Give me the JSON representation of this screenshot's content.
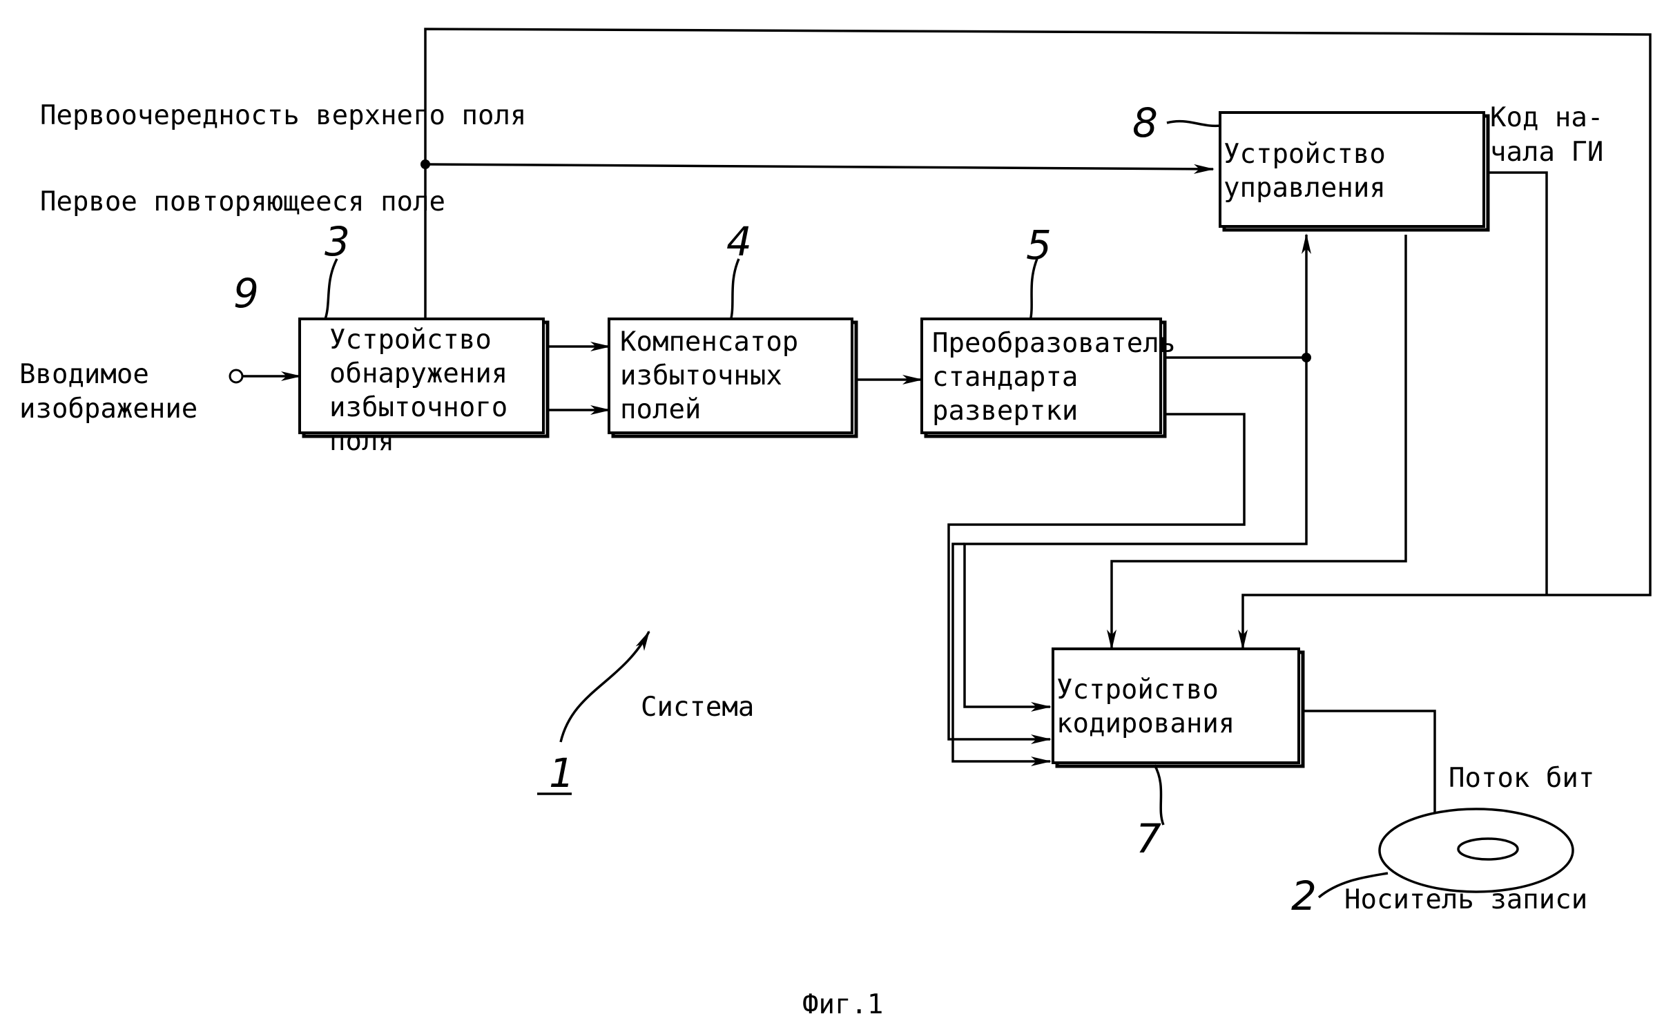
{
  "labels": {
    "top_field_first": "Первоочередность верхнего поля",
    "repeat_first_field": "Первое повторяющееся поле",
    "input_image_line1": "Вводимое",
    "input_image_line2": "изображение",
    "gop_code_line1": "Код на-",
    "gop_code_line2": "чала ГИ",
    "system": "Система",
    "bitstream": "Поток бит",
    "recording_medium": "Носитель записи",
    "figure_caption": "Фиг.1"
  },
  "blocks": {
    "detector": {
      "number": "3",
      "lines": [
        "Устройство",
        "обнаружения",
        "избыточного",
        "поля"
      ]
    },
    "compensator": {
      "number": "4",
      "lines": [
        "Компенсатор",
        "избыточных",
        "полей"
      ]
    },
    "converter": {
      "number": "5",
      "lines": [
        "Преобразователь",
        "стандарта",
        "развертки"
      ]
    },
    "controller": {
      "number": "8",
      "lines": [
        "Устройство",
        "управления"
      ]
    },
    "encoder": {
      "number": "7",
      "lines": [
        "Устройство",
        "кодирования"
      ]
    }
  },
  "numbers": {
    "input_terminal": "9",
    "system": "1",
    "medium": "2"
  }
}
